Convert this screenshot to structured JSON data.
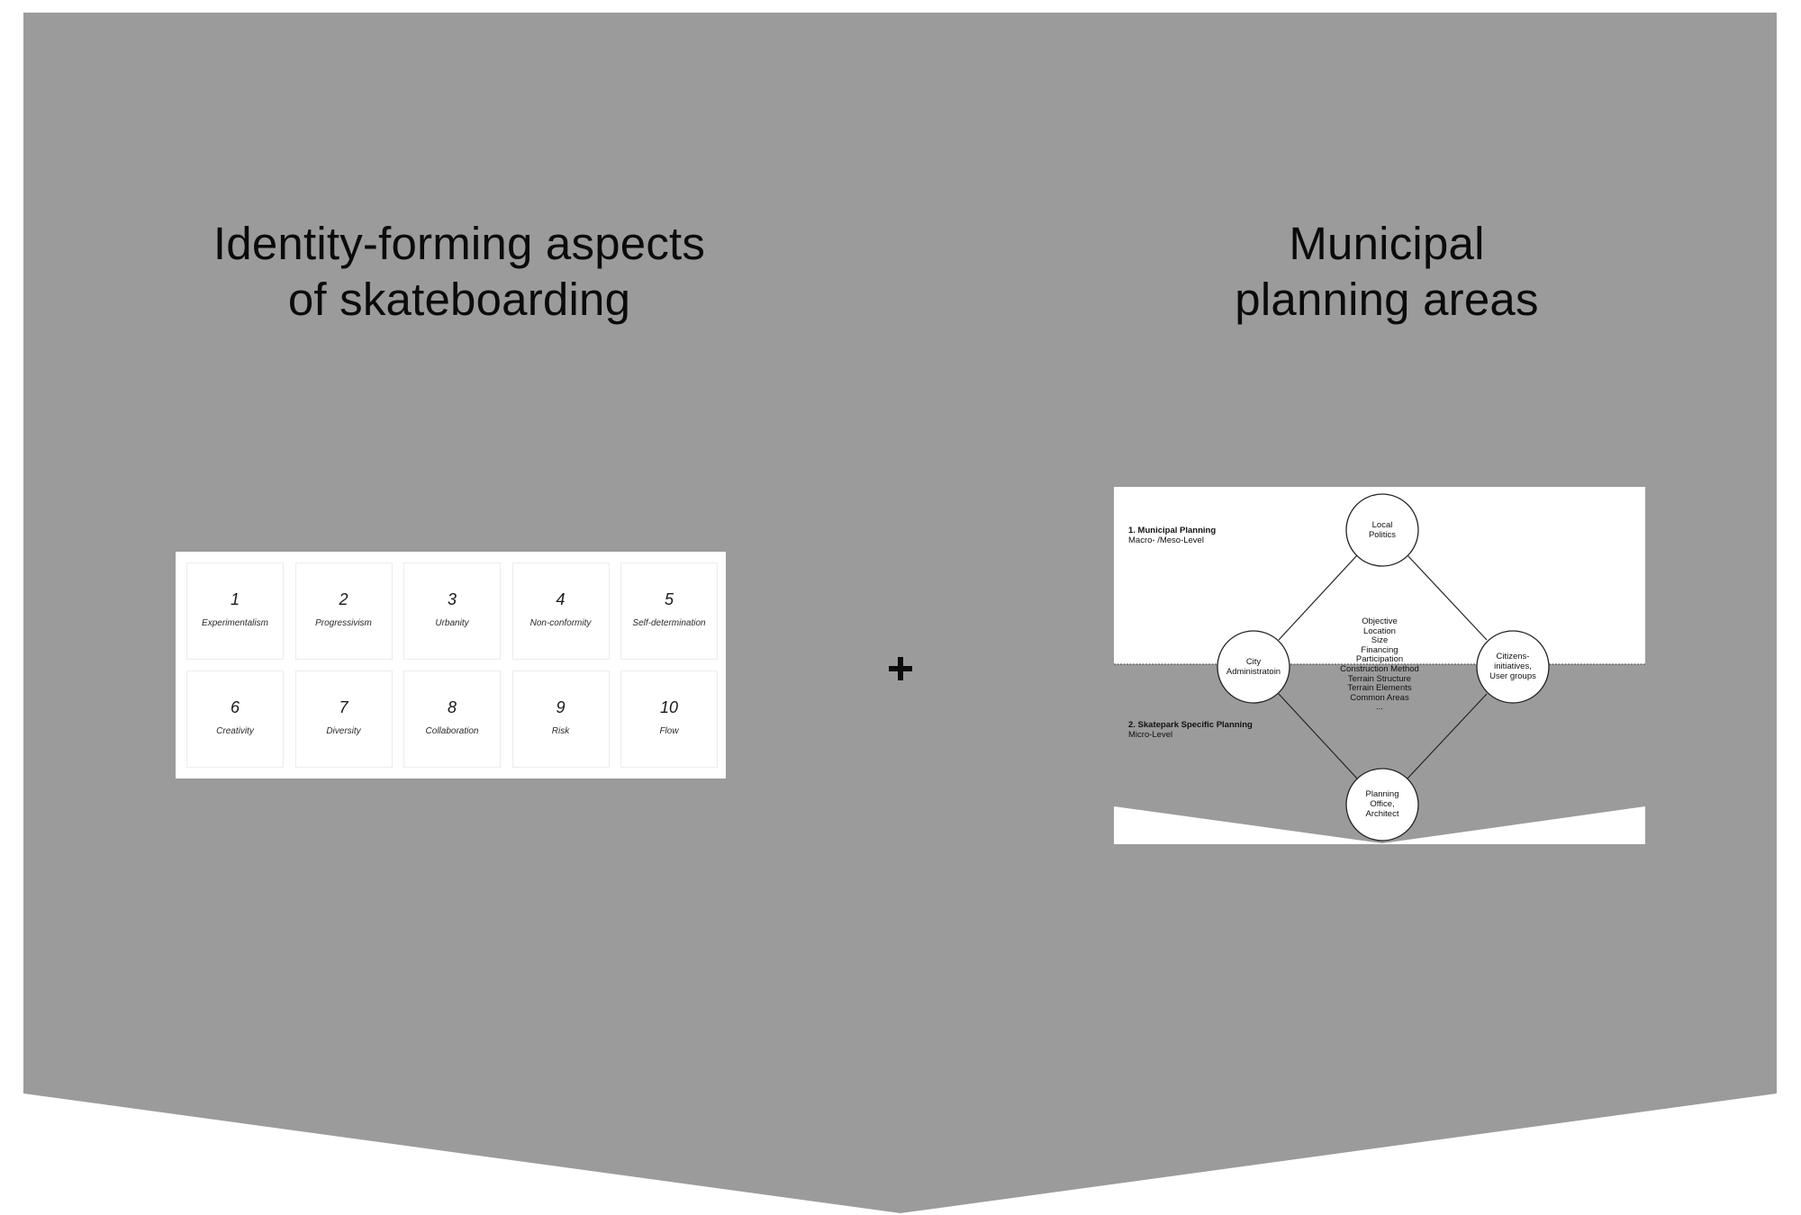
{
  "colors": {
    "panel_grey": "#9b9b9b",
    "background": "#ffffff",
    "text": "#0b0b0b"
  },
  "left_section": {
    "heading_lines": [
      "Identity-forming aspects",
      "of skateboarding"
    ],
    "aspects": [
      {
        "number": "1",
        "label": "Experimentalism"
      },
      {
        "number": "2",
        "label": "Progressivism"
      },
      {
        "number": "3",
        "label": "Urbanity"
      },
      {
        "number": "4",
        "label": "Non-conformity"
      },
      {
        "number": "5",
        "label": "Self-determination"
      },
      {
        "number": "6",
        "label": "Creativity"
      },
      {
        "number": "7",
        "label": "Diversity"
      },
      {
        "number": "8",
        "label": "Collaboration"
      },
      {
        "number": "9",
        "label": "Risk"
      },
      {
        "number": "10",
        "label": "Flow"
      }
    ]
  },
  "connector": {
    "symbol": "plus-icon"
  },
  "right_section": {
    "heading_lines": [
      "Municipal",
      "planning areas"
    ],
    "diagram": {
      "level_1": {
        "title": "1.  Municipal Planning",
        "subtitle": "Macro- /Meso-Level"
      },
      "level_2": {
        "title": "2. Skatepark Specific Planning",
        "subtitle": "Micro-Level"
      },
      "nodes": {
        "top": [
          "Local",
          "Politics"
        ],
        "left": [
          "City",
          "Administratoin"
        ],
        "right": [
          "Citizens-",
          "initiatives,",
          "User groups"
        ],
        "bottom": [
          "Planning",
          "Office,",
          "Architect"
        ]
      },
      "planning_items": [
        "Objective",
        "Location",
        "Size",
        "Financing",
        "Participation",
        "Construction Method",
        "Terrain Structure",
        "Terrain Elements",
        "Common Areas",
        "..."
      ]
    }
  }
}
